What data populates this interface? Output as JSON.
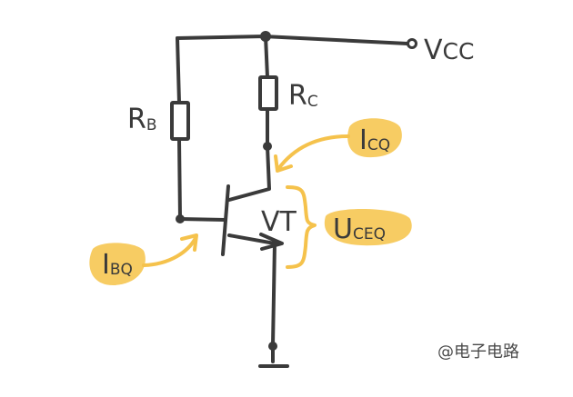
{
  "labels": {
    "vcc_main": "V",
    "vcc_sub": "CC",
    "rb_main": "R",
    "rb_sub": "B",
    "rc_main": "R",
    "rc_sub": "C",
    "vt": "VT",
    "icq_main": "I",
    "icq_sub": "CQ",
    "ibq_main": "I",
    "ibq_sub": "BQ",
    "uceq_main": "U",
    "uceq_sub": "CEQ"
  },
  "watermark": "@电子电路",
  "colors": {
    "line": "#3a3a3a",
    "highlight": "#f7c95b",
    "arrow": "#f5c24c"
  }
}
